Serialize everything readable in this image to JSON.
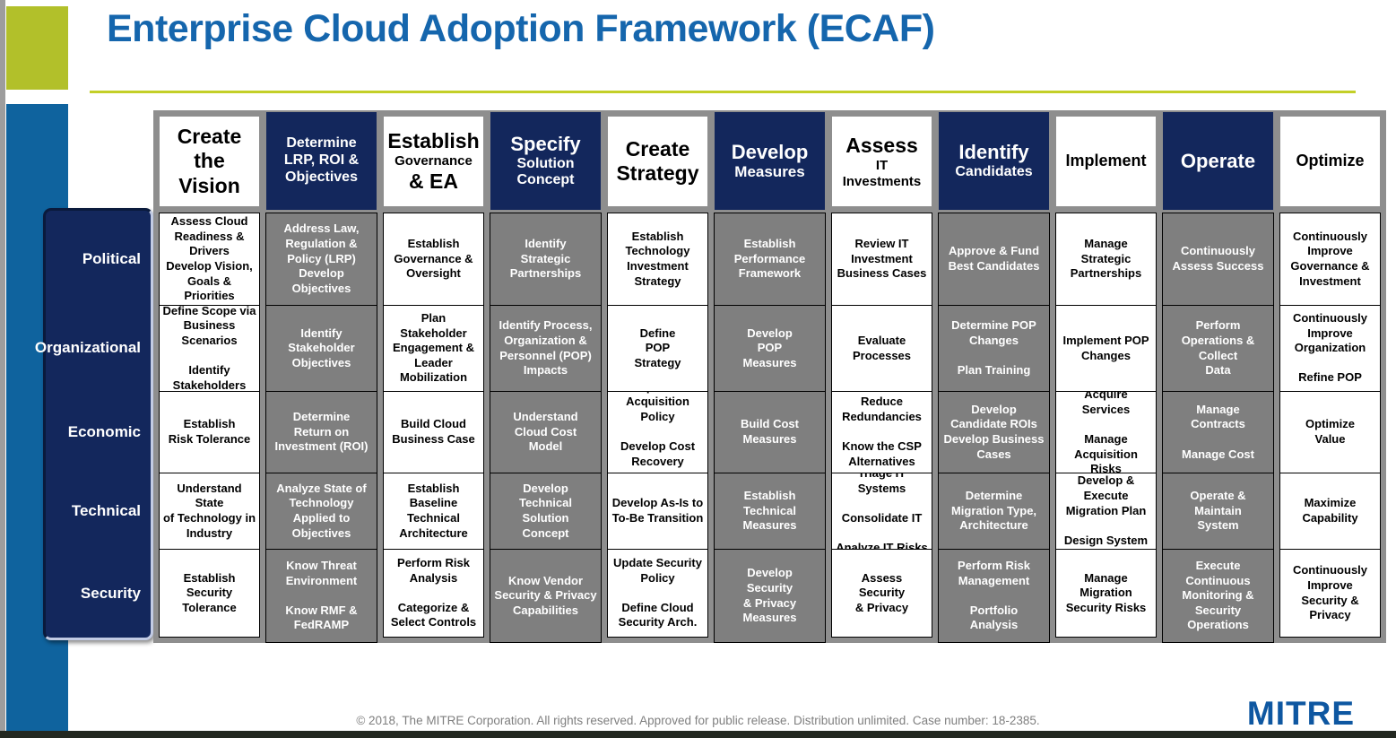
{
  "slide": {
    "title": "Enterprise Cloud Adoption Framework (ECAF)",
    "footer": "© 2018, The MITRE Corporation. All rights reserved. Approved for public release. Distribution unlimited. Case number: 18-2385.",
    "logo": "MITRE"
  },
  "colors": {
    "title_blue": "#1566ad",
    "navy": "#13275c",
    "cell_gray": "#7f7f7f",
    "frame_gray": "#8e8e8e",
    "lime_accent": "#b2c02a",
    "rule_yellow_green": "#c3cf27",
    "rail_blue": "#0f639e",
    "logo_blue": "#0e57a1"
  },
  "matrix": {
    "columns": [
      {
        "id": "create-the-vision",
        "theme": "light",
        "header": [
          {
            "text": "Create",
            "size": "lg"
          },
          {
            "text": "the",
            "size": "lg"
          },
          {
            "text": "Vision",
            "size": "lg"
          }
        ]
      },
      {
        "id": "determine-lrp-roi-objectives",
        "theme": "dark",
        "header": [
          {
            "text": "Determine",
            "size": "sm"
          },
          {
            "text": "LRP, ROI &",
            "size": "sm"
          },
          {
            "text": "Objectives",
            "size": "sm"
          }
        ]
      },
      {
        "id": "establish-governance-ea",
        "theme": "light",
        "header": [
          {
            "text": "Establish",
            "size": "lg"
          },
          {
            "text": "Governance",
            "size": "sm"
          },
          {
            "text": "& EA",
            "size": "lg"
          }
        ]
      },
      {
        "id": "specify-solution-concept",
        "theme": "dark",
        "header": [
          {
            "text": "Specify",
            "size": "lg"
          },
          {
            "text": "Solution",
            "size": "sm"
          },
          {
            "text": "Concept",
            "size": "sm"
          }
        ]
      },
      {
        "id": "create-strategy",
        "theme": "light",
        "header": [
          {
            "text": "Create",
            "size": "lg"
          },
          {
            "text": "Strategy",
            "size": "lg"
          }
        ]
      },
      {
        "id": "develop-measures",
        "theme": "dark",
        "header": [
          {
            "text": "Develop",
            "size": "lg"
          },
          {
            "text": "Measures",
            "size": "md"
          }
        ]
      },
      {
        "id": "assess-it-investments",
        "theme": "light",
        "header": [
          {
            "text": "Assess",
            "size": "lg"
          },
          {
            "text": "IT",
            "size": "sm"
          },
          {
            "text": "Investments",
            "size": "sm"
          }
        ]
      },
      {
        "id": "identify-candidates",
        "theme": "dark",
        "header": [
          {
            "text": "Identify",
            "size": "lg"
          },
          {
            "text": "Candidates",
            "size": "sm"
          }
        ]
      },
      {
        "id": "implement",
        "theme": "light",
        "header": [
          {
            "text": "Implement",
            "size": "md"
          }
        ]
      },
      {
        "id": "operate",
        "theme": "dark",
        "header": [
          {
            "text": "Operate",
            "size": "lg"
          }
        ]
      },
      {
        "id": "optimize",
        "theme": "light",
        "header": [
          {
            "text": "Optimize",
            "size": "md"
          }
        ]
      }
    ],
    "rows": [
      {
        "label": "Political",
        "cells": [
          "Assess Cloud\nReadiness &\nDrivers\nDevelop Vision,\nGoals & Priorities",
          "Address Law,\nRegulation &\nPolicy (LRP)\nDevelop\nObjectives",
          "Establish\nGovernance &\nOversight",
          "Identify\nStrategic\nPartnerships",
          "Establish\nTechnology\nInvestment\nStrategy",
          "Establish\nPerformance\nFramework",
          "Review IT\nInvestment\nBusiness Cases",
          "Approve & Fund\nBest Candidates",
          "Manage\nStrategic\nPartnerships",
          "Continuously\nAssess Success",
          "Continuously\nImprove\nGovernance &\nInvestment"
        ]
      },
      {
        "label": "Organizational",
        "cells": [
          "Define Scope via\nBusiness Scenarios\n\nIdentify\nStakeholders",
          "Identify\nStakeholder\nObjectives",
          "Plan\nStakeholder\nEngagement &\nLeader\nMobilization",
          "Identify Process,\nOrganization &\nPersonnel (POP)\nImpacts",
          "Define\nPOP\nStrategy",
          "Develop\nPOP\nMeasures",
          "Evaluate\nProcesses",
          "Determine POP\nChanges\n\nPlan Training",
          "Implement POP\nChanges",
          "Perform\nOperations &\nCollect\nData",
          "Continuously\nImprove\nOrganization\n\nRefine POP"
        ]
      },
      {
        "label": "Economic",
        "cells": [
          "Establish\nRisk Tolerance",
          "Determine\nReturn on\nInvestment (ROI)",
          "Build Cloud\nBusiness Case",
          "Understand\nCloud Cost\nModel",
          "Update\nAcquisition Policy\n\nDevelop Cost\nRecovery Strategy",
          "Build Cost\nMeasures",
          "Reduce\nRedundancies\n\nKnow the CSP\nAlternatives",
          "Develop\nCandidate ROIs\nDevelop Business\nCases",
          "Acquire\nServices\n\nManage\nAcquisition Risks",
          "Manage\nContracts\n\nManage Cost",
          "Optimize\nValue"
        ]
      },
      {
        "label": "Technical",
        "cells": [
          "Understand State\nof Technology in\nIndustry",
          "Analyze State of\nTechnology\nApplied to\nObjectives",
          "Establish\nBaseline\nTechnical\nArchitecture",
          "Develop\nTechnical\nSolution\nConcept",
          "Develop As-Is to\nTo-Be Transition",
          "Establish\nTechnical\nMeasures",
          "Triage IT Systems\n\nConsolidate IT\n\nAnalyze IT Risks",
          "Determine\nMigration Type,\nArchitecture",
          "Develop & Execute\nMigration Plan\n\nDesign System",
          "Operate &\nMaintain\nSystem",
          "Maximize\nCapability"
        ]
      },
      {
        "label": "Security",
        "cells": [
          "Establish\nSecurity\nTolerance",
          "Know Threat\nEnvironment\n\nKnow RMF &\nFedRAMP",
          "Perform Risk\nAnalysis\n\nCategorize &\nSelect Controls",
          "Know Vendor\nSecurity & Privacy\nCapabilities",
          "Update Security\nPolicy\n\nDefine Cloud\nSecurity Arch.",
          "Develop\nSecurity\n& Privacy\nMeasures",
          "Assess\nSecurity\n& Privacy",
          "Perform Risk\nManagement\n\nPortfolio\nAnalysis",
          "Manage\nMigration\nSecurity Risks",
          "Execute\nContinuous\nMonitoring &\nSecurity\nOperations",
          "Continuously\nImprove\nSecurity &\nPrivacy"
        ]
      }
    ]
  }
}
